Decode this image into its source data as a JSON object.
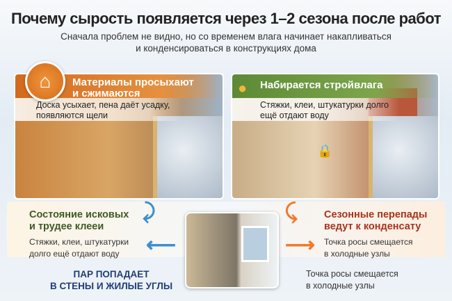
{
  "header": {
    "title": "Почему сырость появляется через 1–2 сезона после работ",
    "subtitle_line1": "Сначала проблем не видно, но со временем влага начинает накапливаться",
    "subtitle_line2": "и конденсироваться в конструкциях дома"
  },
  "panels": [
    {
      "title_line1": "Материалы просыхают",
      "title_line2": "и сжимаются",
      "text_line1": "Доска усыхает, пена даёт усадку,",
      "text_line2": "появляются щели",
      "icon": "house-icon",
      "color": "#d26a1e"
    },
    {
      "title": "Набирается стройвлага",
      "text_line1": "Стяжки, клеи, штукатурки долго",
      "text_line2": "ещё отдают воду",
      "icon": "water-drop-icon",
      "color": "#5d8a36"
    }
  ],
  "left_block": {
    "title_line1": "Состояние исковых",
    "title_line2": "и трудее клееи",
    "text_line1": "Стяжки, клеи, штукатурки",
    "text_line2": "долго ещё отдают воду"
  },
  "right_block": {
    "title_line1": "Сезонные перепады",
    "title_line2": "ведут к конденсату",
    "text_line1": "Точка росы смещается",
    "text_line2": "в холодные узлы"
  },
  "bottom_left": {
    "line1": "ПАР ПОПАДАЕТ",
    "line2": "В СТЕНЫ И ЖИЛЫЕ УГЛЫ"
  },
  "bottom_right": {
    "line1": "Точка росы смещается",
    "line2": "в холодные узлы"
  },
  "colors": {
    "blue_arrow": "#3b8fd0",
    "orange_arrow": "#f07a2a"
  }
}
